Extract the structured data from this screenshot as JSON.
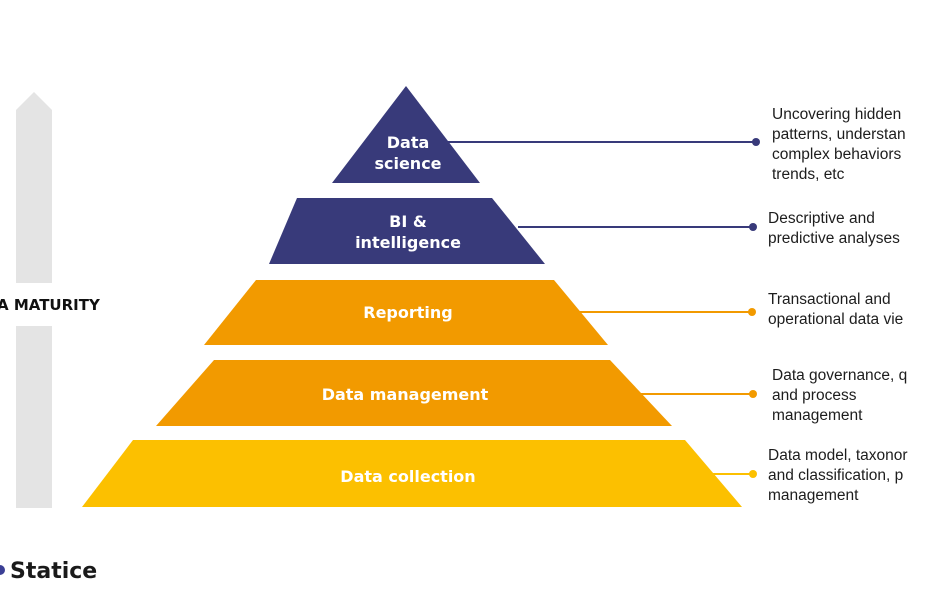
{
  "maturity_axis": {
    "label": "A MATURITY"
  },
  "colors": {
    "navy": "#383a7a",
    "orange": "#f29a00",
    "yellow": "#fcc000",
    "arrow_gray": "#e4e4e4",
    "brand_dot": "#3b3f95"
  },
  "layers": [
    {
      "lines": [
        "Data",
        "science"
      ],
      "desc": [
        "Uncovering hidden",
        "patterns, understan",
        "complex behaviors",
        "trends, etc"
      ]
    },
    {
      "lines": [
        "BI &",
        "intelligence"
      ],
      "desc": [
        "Descriptive and",
        "predictive analyses"
      ]
    },
    {
      "lines": [
        "Reporting"
      ],
      "desc": [
        "Transactional and",
        "operational data vie"
      ]
    },
    {
      "lines": [
        "Data management"
      ],
      "desc": [
        "Data governance, q",
        "and process",
        "management"
      ]
    },
    {
      "lines": [
        "Data collection"
      ],
      "desc": [
        "Data model, taxonor",
        "and classification, p",
        "management"
      ]
    }
  ],
  "brand": {
    "name": "Statice",
    "icon": "statice-logo-icon"
  }
}
